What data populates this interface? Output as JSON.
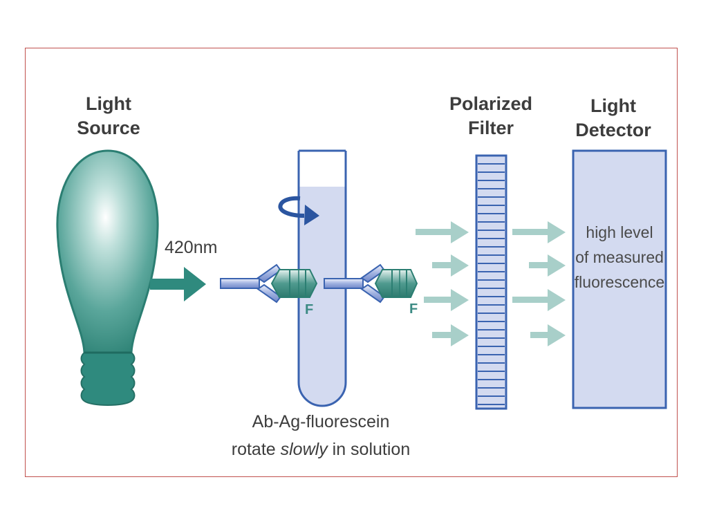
{
  "labels": {
    "light_source_line1": "Light",
    "light_source_line2": "Source",
    "polarized_filter_line1": "Polarized",
    "polarized_filter_line2": "Filter",
    "light_detector_line1": "Light",
    "light_detector_line2": "Detector",
    "wavelength": "420nm",
    "fluor_marker": "F",
    "detector_text_line1": "high level",
    "detector_text_line2": "of measured",
    "detector_text_line3": "fluorescence",
    "caption_line1": "Ab-Ag-fluorescein",
    "caption_line2_a": "rotate ",
    "caption_line2_b": "slowly",
    "caption_line2_c": " in solution"
  },
  "colors": {
    "teal": "#2f8a7e",
    "teal_light": "#9fc9c2",
    "arrow_light": "#a8cfc9",
    "blue_outline": "#3a63b0",
    "blue_fill": "#d3daf0",
    "frame_border": "#c0504d"
  }
}
